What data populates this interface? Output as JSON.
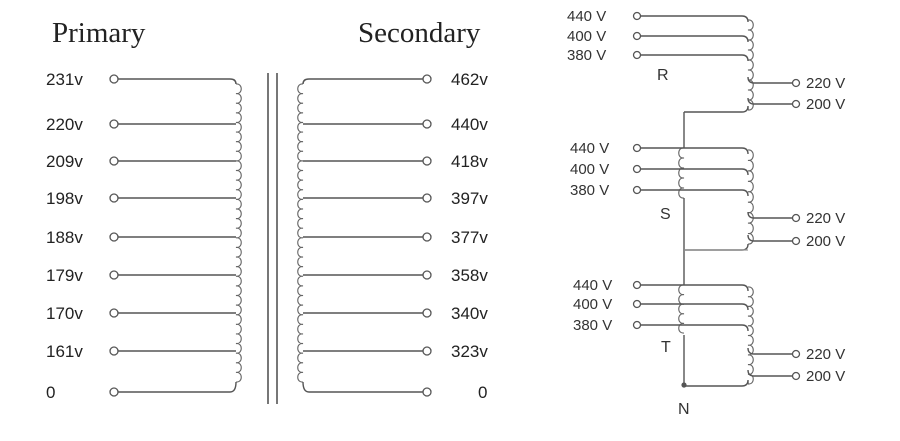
{
  "single_phase": {
    "primary_title": "Primary",
    "secondary_title": "Secondary",
    "primary_taps": [
      "231v",
      "220v",
      "209v",
      "198v",
      "188v",
      "179v",
      "170v",
      "161v",
      "0"
    ],
    "secondary_taps": [
      "462v",
      "440v",
      "418v",
      "397v",
      "377v",
      "358v",
      "340v",
      "323v",
      "0"
    ]
  },
  "three_phase": {
    "phases": [
      {
        "name": "R",
        "inputs": [
          "440 V",
          "400 V",
          "380 V"
        ],
        "outputs": [
          "220 V",
          "200 V"
        ]
      },
      {
        "name": "S",
        "inputs": [
          "440 V",
          "400 V",
          "380 V"
        ],
        "outputs": [
          "220 V",
          "200 V"
        ]
      },
      {
        "name": "T",
        "inputs": [
          "440 V",
          "400 V",
          "380 V"
        ],
        "outputs": [
          "220 V",
          "200 V"
        ]
      }
    ],
    "neutral": "N"
  }
}
